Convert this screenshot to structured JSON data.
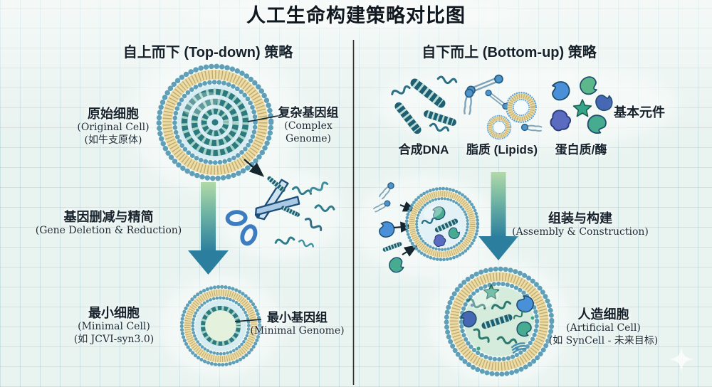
{
  "title": "人工生命构建策略对比图",
  "left_panel": {
    "header": "自上而下 (Top-down) 策略",
    "original_cell": {
      "name_zh": "原始细胞",
      "name_en": "(Original Cell)",
      "example": "(如牛支原体)"
    },
    "complex_genome": {
      "name_zh": "复杂基因组",
      "name_en_line1": "(Complex",
      "name_en_line2": "Genome)"
    },
    "process": {
      "name_zh": "基因删减与精简",
      "name_en": "(Gene Deletion & Reduction)"
    },
    "minimal_cell": {
      "name_zh": "最小细胞",
      "name_en": "(Minimal Cell)",
      "example": "(如 JCVI-syn3.0)"
    },
    "minimal_genome": {
      "name_zh": "最小基因组",
      "name_en": "(Minimal Genome)"
    }
  },
  "right_panel": {
    "header": "自下而上 (Bottom-up) 策略",
    "basic_components_label": "基本元件",
    "component_labels": {
      "dna": "合成DNA",
      "lipids": "脂质 (Lipids)",
      "proteins": "蛋白质/酶"
    },
    "process": {
      "name_zh": "组装与构建",
      "name_en": "(Assembly & Construction)"
    },
    "artificial_cell": {
      "name_zh": "人造细胞",
      "name_en": "(Artificial Cell)",
      "example": "(如 SynCell - 未来目标)"
    }
  },
  "colors": {
    "background": "#e9f3f0",
    "grid_line": "#a9cdd6",
    "membrane_tan": "#ecdca6",
    "membrane_bead_blue": "#5f9fb8",
    "dna_teal": "#1e5f72",
    "arrow_gradient_top": "#b2d9a8",
    "arrow_gradient_bottom": "#2b7e9d",
    "text": "#15222b"
  }
}
